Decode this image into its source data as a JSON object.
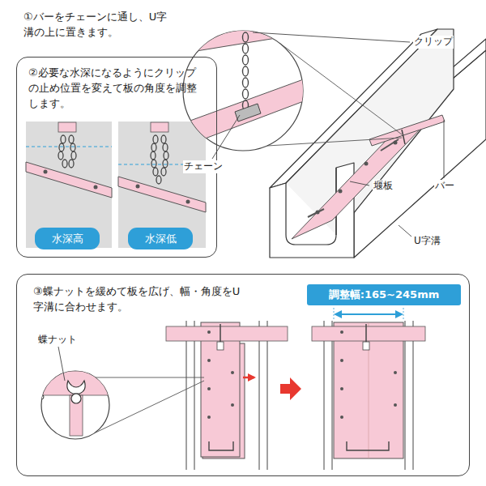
{
  "diagram": {
    "nodes": [
      {
        "text": [
          "②必要な水深になるようにクリップの止め位置を変えて板の角度を調整します。"
        ]
      },
      {
        "text": [
          "水深高"
        ],
        "in": 0
      },
      {
        "text": [
          "水深低"
        ],
        "in": 0
      },
      {
        "text": [
          "③蝶ナットを緩めて板を広げ、幅・角度をU字溝に合わせます。"
        ]
      },
      {
        "text": [
          "調整幅:165~245mm"
        ],
        "in": 3
      }
    ],
    "labels": [
      "①バーをチェーンに通し、U字溝の上に置きます。",
      "クリップ",
      "チェーン",
      "堰板",
      "バー",
      "U字溝",
      "蝶ナット"
    ]
  }
}
